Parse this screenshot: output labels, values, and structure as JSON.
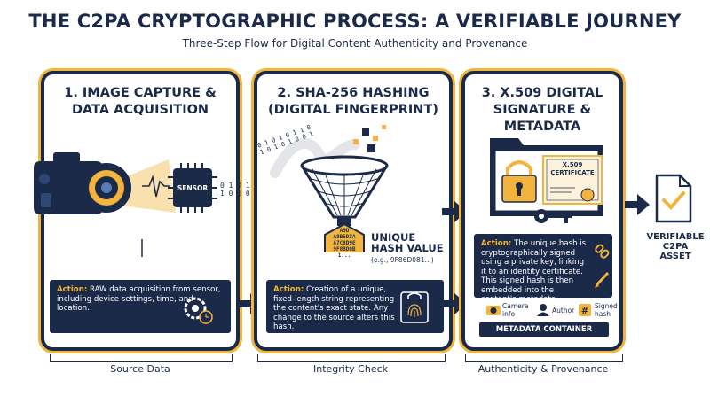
{
  "header": {
    "title": "THE C2PA CRYPTOGRAPHIC PROCESS: A VERIFIABLE JOURNEY",
    "subtitle": "Three-Step Flow for Digital Content Authenticity and Provenance"
  },
  "steps": [
    {
      "title_line1": "1. IMAGE CAPTURE &",
      "title_line2": "DATA ACQUISITION",
      "chip_label": "SENSOR",
      "binary_text": "0 1 0 1 0 1 1 0\n1 0 1 0 1 0 0 1",
      "action_label": "Action:",
      "action_text": " RAW data acquisition from sensor, including device settings, time, and location.",
      "footer": "Source Data"
    },
    {
      "title_line1": "2. SHA-256 HASHING",
      "title_line2": "(DIGITAL FINGERPRINT)",
      "hex_line1": "A9D",
      "hex_line2": "A8B5D3A",
      "hex_line3": "A7C8D9E",
      "hex_line4": "9F8BD0B",
      "hex_line5": "1...",
      "hash_label_1": "UNIQUE",
      "hash_label_2": "HASH VALUE",
      "hash_example": "(e.g., 9F86D081...)",
      "action_label": "Action:",
      "action_text": " Creation of a unique, fixed-length string representing the content's exact state. Any change to the source alters this hash.",
      "footer": "Integrity Check"
    },
    {
      "title_line1": "3. X.509 DIGITAL",
      "title_line2": "SIGNATURE & METADATA",
      "cert_line1": "X.509",
      "cert_line2": "CERTIFICATE",
      "action_label": "Action:",
      "action_text": " The unique hash is cryptographically signed using a private key, linking it to an identity certificate. This signed hash is then embedded into the content's metadata.",
      "meta_items": [
        "Camera info",
        "Author",
        "Signed hash"
      ],
      "meta_container": "METADATA CONTAINER",
      "footer": "Authenticity & Provenance"
    }
  ],
  "asset": {
    "line1": "VERIFIABLE",
    "line2": "C2PA",
    "line3": "ASSET"
  },
  "colors": {
    "navy": "#1c2a4a",
    "gold": "#f2b43c",
    "white": "#ffffff"
  }
}
